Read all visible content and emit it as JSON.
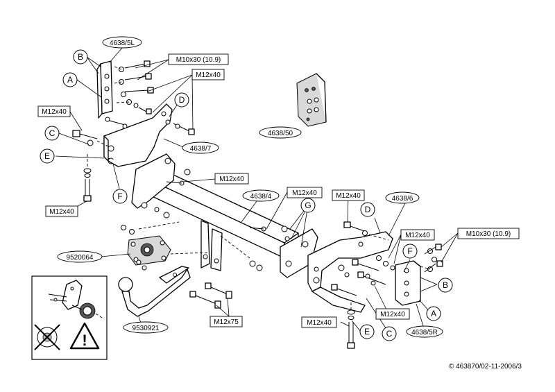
{
  "part_labels": {
    "bracket_left": "4638/5L",
    "bracket_right": "4638/5R",
    "plate_left": "4638/7",
    "crossbar": "4638/4",
    "plate_right": "4638/6",
    "electrics_plate": "4638/50",
    "socket_plate": "9520064",
    "towball": "9530921"
  },
  "bolt_labels": {
    "m10_left": "M10x30 (10.9)",
    "m12_top": "M12x40",
    "m12_left": "M12x40",
    "m12_bottom_left": "M12x40",
    "m12_bar": "M12x40",
    "m12_centre": "M12x40",
    "m12_right_top": "M12x40",
    "m12_right_mid": "M12x40",
    "m10_right": "M10x30 (10.9)",
    "m12_right_low": "M12x40",
    "m12_bottom_right": "M12x40",
    "m12x75": "M12x75"
  },
  "callouts": {
    "a_left": "A",
    "b_left": "B",
    "c_left": "C",
    "d_left": "D",
    "e_left": "E",
    "f_left": "F",
    "g": "G",
    "d_right": "D",
    "f_right": "F",
    "b_right": "B",
    "a_right": "A",
    "c_right": "C",
    "e_right": "E"
  },
  "warning_symbol": "!",
  "footer": "© 463870/02-11-2006/3"
}
